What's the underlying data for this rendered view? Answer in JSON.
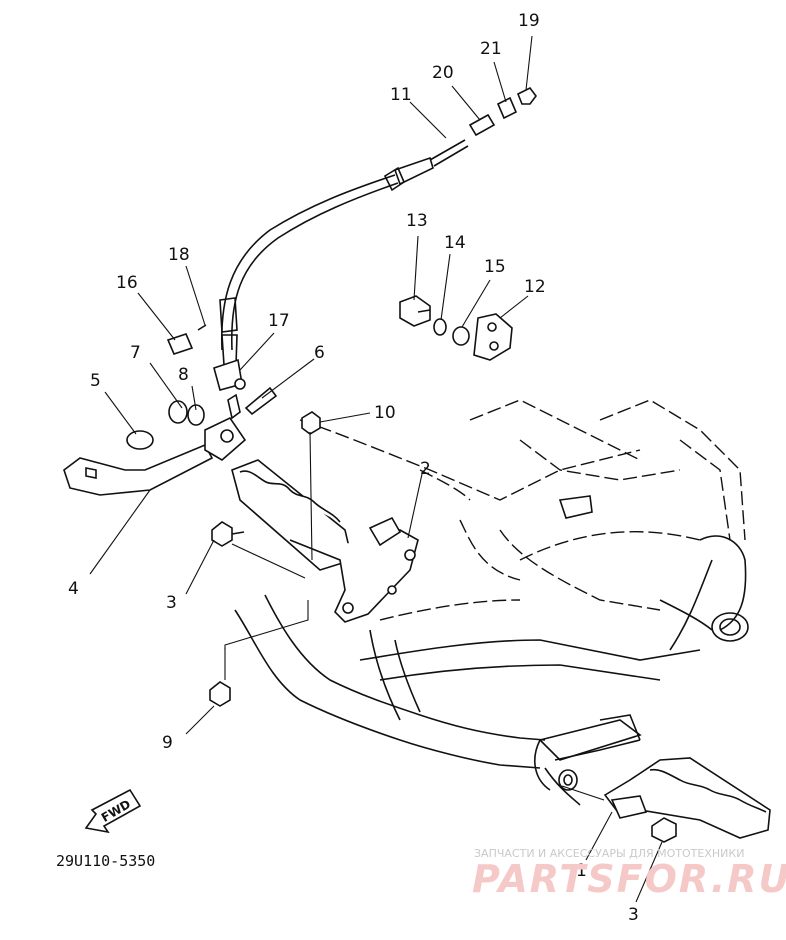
{
  "callouts": [
    {
      "id": "1",
      "label": "1"
    },
    {
      "id": "2",
      "label": "2"
    },
    {
      "id": "3a",
      "label": "3"
    },
    {
      "id": "3b",
      "label": "3"
    },
    {
      "id": "4",
      "label": "4"
    },
    {
      "id": "5",
      "label": "5"
    },
    {
      "id": "6",
      "label": "6"
    },
    {
      "id": "7",
      "label": "7"
    },
    {
      "id": "8",
      "label": "8"
    },
    {
      "id": "9",
      "label": "9"
    },
    {
      "id": "10",
      "label": "10"
    },
    {
      "id": "11",
      "label": "11"
    },
    {
      "id": "12",
      "label": "12"
    },
    {
      "id": "13",
      "label": "13"
    },
    {
      "id": "14",
      "label": "14"
    },
    {
      "id": "15",
      "label": "15"
    },
    {
      "id": "16",
      "label": "16"
    },
    {
      "id": "17",
      "label": "17"
    },
    {
      "id": "18",
      "label": "18"
    },
    {
      "id": "19",
      "label": "19"
    },
    {
      "id": "20",
      "label": "20"
    },
    {
      "id": "21",
      "label": "21"
    }
  ],
  "direction_label": "FWD",
  "drawing_code": "29U110-5350",
  "watermark": {
    "subtitle": "ЗАПЧАСТИ И АКСЕССУАРЫ ДЛЯ МОТОТЕХНИКИ",
    "site": "PARTSFOR.RU"
  }
}
